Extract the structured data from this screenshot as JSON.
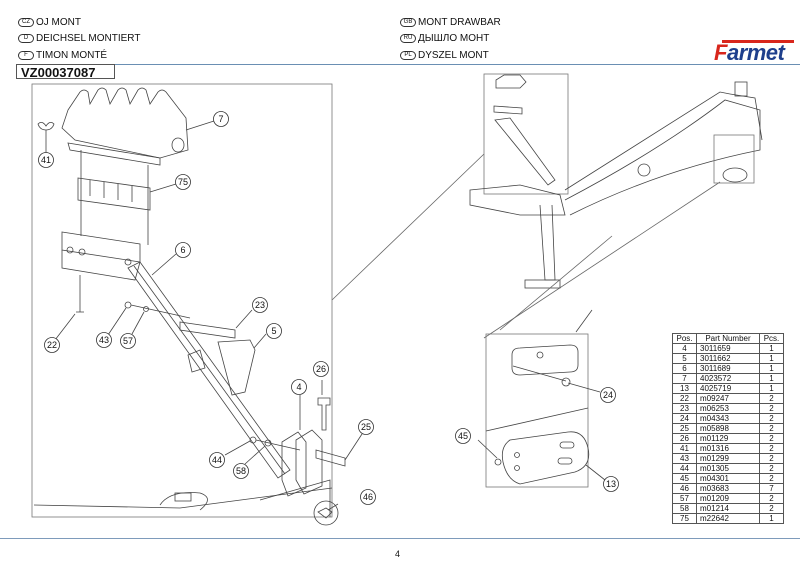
{
  "header": {
    "titles_left": [
      {
        "flag": "CZ",
        "text": "OJ MONT"
      },
      {
        "flag": "D",
        "text": "DEICHSEL MONTIERT"
      },
      {
        "flag": "F",
        "text": "TIMON MONTÉ"
      }
    ],
    "titles_right": [
      {
        "flag": "GB",
        "text": "MONT DRAWBAR"
      },
      {
        "flag": "RU",
        "text": "ДЫШЛО МОНТ"
      },
      {
        "flag": "PL",
        "text": "DYSZEL MONT"
      }
    ],
    "code": "VZ00037087",
    "logo": {
      "text": "Farmet",
      "first_letter": "F",
      "rest": "armet",
      "color_red": "#d8261c",
      "color_blue": "#1e3f8c"
    }
  },
  "callouts": {
    "detail_main": [
      "7",
      "41",
      "75",
      "6",
      "23",
      "22",
      "43",
      "57",
      "5",
      "26",
      "4",
      "25",
      "44",
      "58",
      "46"
    ],
    "detail_small": [
      "24",
      "45",
      "13"
    ]
  },
  "parts_table": {
    "headers": [
      "Pos.",
      "Part Number",
      "Pcs."
    ],
    "rows": [
      {
        "pos": "4",
        "part": "3011659",
        "pcs": "1"
      },
      {
        "pos": "5",
        "part": "3011662",
        "pcs": "1"
      },
      {
        "pos": "6",
        "part": "3011689",
        "pcs": "1"
      },
      {
        "pos": "7",
        "part": "4023572",
        "pcs": "1"
      },
      {
        "pos": "13",
        "part": "4025719",
        "pcs": "1"
      },
      {
        "pos": "22",
        "part": "m09247",
        "pcs": "2"
      },
      {
        "pos": "23",
        "part": "m06253",
        "pcs": "2"
      },
      {
        "pos": "24",
        "part": "m04343",
        "pcs": "2"
      },
      {
        "pos": "25",
        "part": "m05898",
        "pcs": "2"
      },
      {
        "pos": "26",
        "part": "m01129",
        "pcs": "2"
      },
      {
        "pos": "41",
        "part": "m01316",
        "pcs": "2"
      },
      {
        "pos": "43",
        "part": "m01299",
        "pcs": "2"
      },
      {
        "pos": "44",
        "part": "m01305",
        "pcs": "2"
      },
      {
        "pos": "45",
        "part": "m04301",
        "pcs": "2"
      },
      {
        "pos": "46",
        "part": "m03683",
        "pcs": "7"
      },
      {
        "pos": "57",
        "part": "m01209",
        "pcs": "2"
      },
      {
        "pos": "58",
        "part": "m01214",
        "pcs": "2"
      },
      {
        "pos": "75",
        "part": "m22642",
        "pcs": "1"
      }
    ]
  },
  "footer": {
    "page": "4"
  }
}
